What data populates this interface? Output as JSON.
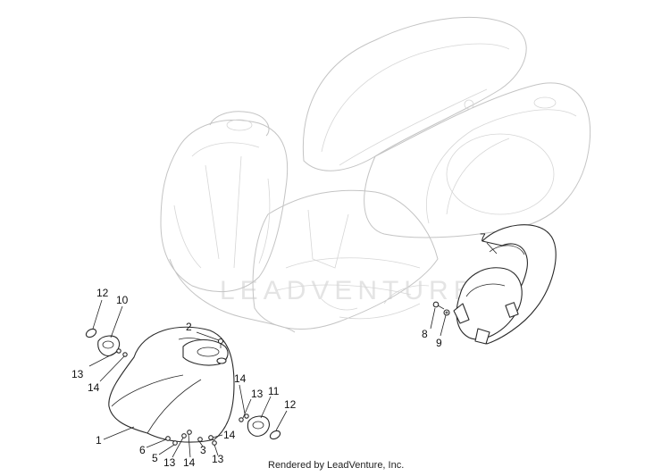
{
  "watermark": "LEADVENTURE",
  "footer": "Rendered by LeadVenture, Inc.",
  "callouts": {
    "c1": "1",
    "c2": "2",
    "c3": "3",
    "c5": "5",
    "c6": "6",
    "c7": "7",
    "c8": "8",
    "c9": "9",
    "c10": "10",
    "c11": "11",
    "c12a": "12",
    "c12b": "12",
    "c13a": "13",
    "c13b": "13",
    "c13c": "13",
    "c13d": "13",
    "c14a": "14",
    "c14b": "14",
    "c14c": "14",
    "c14d": "14"
  }
}
